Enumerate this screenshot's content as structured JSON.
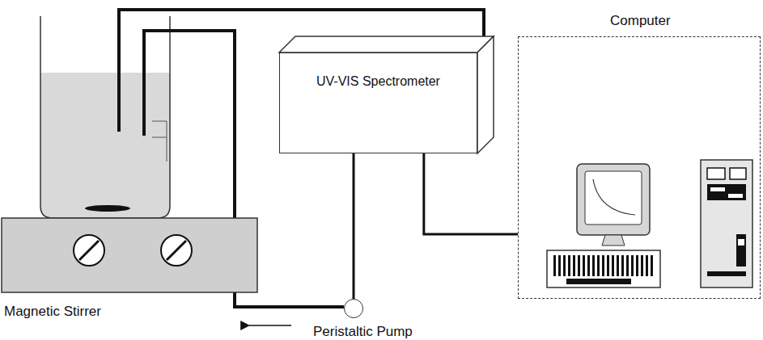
{
  "diagram": {
    "nodes": [
      {
        "text": [
          "Magnetic Stirrer"
        ]
      },
      {
        "text": [
          "UV-VIS Spectrometer"
        ]
      },
      {
        "text": [
          "Peristaltic Pump"
        ]
      },
      {
        "text": [
          "Computer"
        ]
      }
    ],
    "edges": [
      {
        "from": 1,
        "to": 2,
        "arrow": "none"
      },
      {
        "from": 1,
        "to": 3,
        "arrow": "none"
      }
    ]
  }
}
